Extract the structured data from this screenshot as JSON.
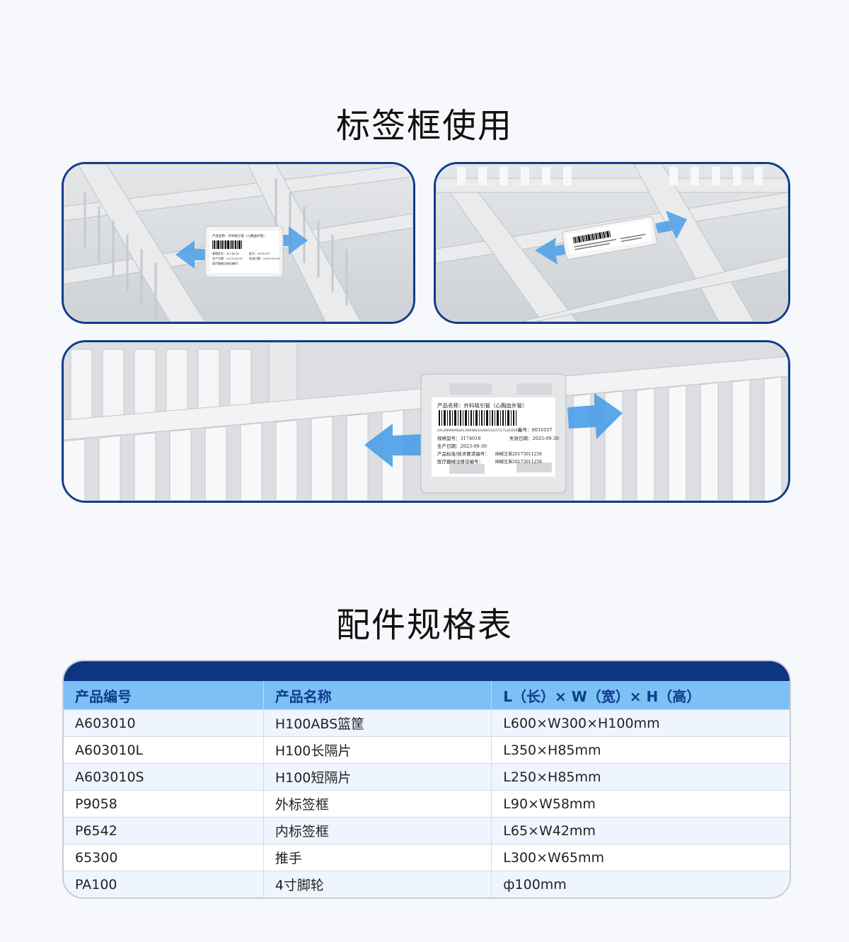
{
  "section1": {
    "title": "标签框使用"
  },
  "labels": {
    "small": {
      "name": "产品名称：外科吸引管（心胸血外管）",
      "spec": "规格型号：3174018",
      "date": "生产日期：2023-09-30",
      "reg": "医疗器械注册证编号：",
      "lot": "批号：0031037",
      "exp": "失效日期：2025-09-30"
    },
    "large": {
      "name": "产品名称：外科吸引管（心胸血外管）",
      "barcode_text": "(01)06949426130048(10)0031037(17)2025930",
      "spec": "规格型号：3174018",
      "date": "生产日期：2023-09-30",
      "standard": "产品标准/技术要求编号：",
      "reg": "医疗器械注册证编号：",
      "lot": "批号：0031037",
      "exp": "失效日期：2025-09-30",
      "std_no": "国械注准20173011259",
      "reg_no": "国械注准20173011259"
    }
  },
  "section2": {
    "title": "配件规格表"
  },
  "table": {
    "headers": [
      "产品编号",
      "产品名称",
      "L（长）× W（宽）× H（高）"
    ],
    "rows": [
      [
        "A603010",
        "H100ABS篮筐",
        "L600×W300×H100mm"
      ],
      [
        "A603010L",
        "H100长隔片",
        "L350×H85mm"
      ],
      [
        "A603010S",
        "H100短隔片",
        "L250×H85mm"
      ],
      [
        "P9058",
        "外标签框",
        "L90×W58mm"
      ],
      [
        "P6542",
        "内标签框",
        "L65×W42mm"
      ],
      [
        "65300",
        "推手",
        "L300×W65mm"
      ],
      [
        "PA100",
        "4寸脚轮",
        "ф100mm"
      ]
    ]
  },
  "colors": {
    "frame": "#123c8c",
    "header_dark": "#0e3582",
    "header_light": "#7cc0f5",
    "header_text": "#0f3c8c",
    "row_alt": "#eef5ff",
    "arrow": "#4a9de8"
  }
}
